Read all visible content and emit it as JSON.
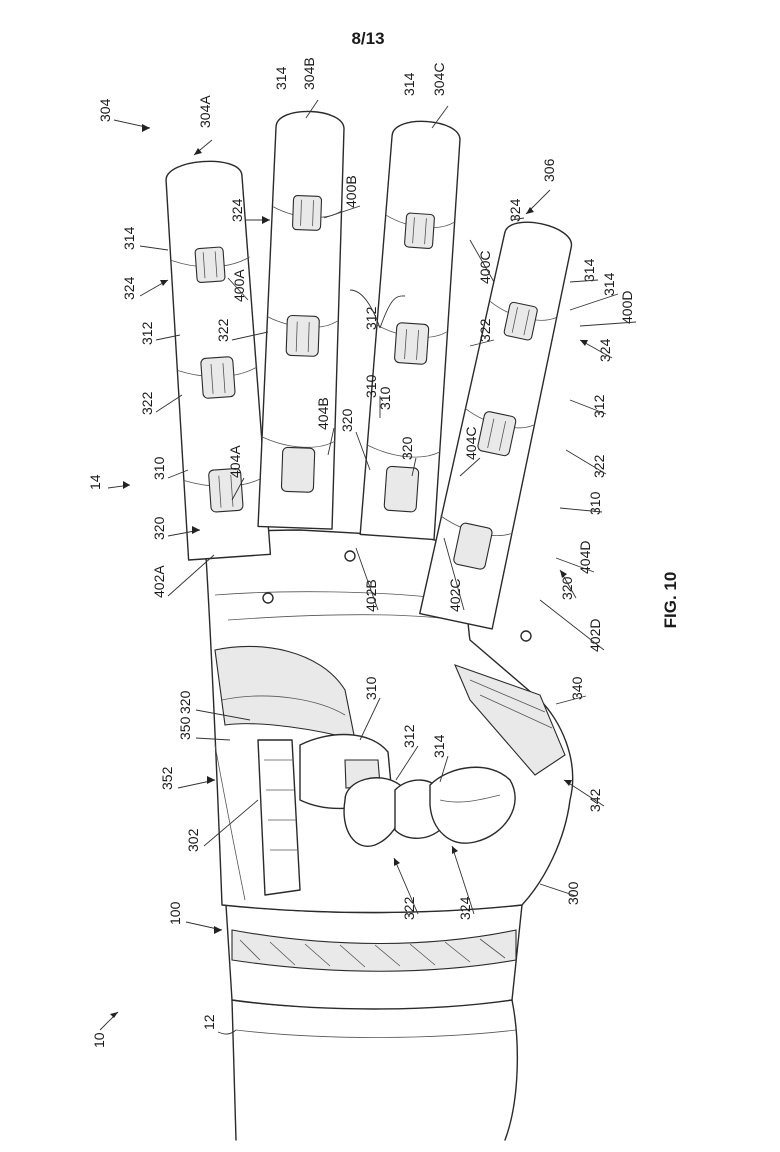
{
  "sheet_number": "8/13",
  "figure_label": "FIG. 10",
  "colors": {
    "line": "#2a2a2a",
    "background": "#ffffff",
    "shading": "#e9e9e9"
  },
  "labels": {
    "l10": "10",
    "l12": "12",
    "l14": "14",
    "l100": "100",
    "l300": "300",
    "l302": "302",
    "l304": "304",
    "l304A": "304A",
    "l304B": "304B",
    "l304C": "304C",
    "l306": "306",
    "l310": "310",
    "l312": "312",
    "l314": "314",
    "l320": "320",
    "l322": "322",
    "l324": "324",
    "l340": "340",
    "l342": "342",
    "l350": "350",
    "l352": "352",
    "l400A": "400A",
    "l400B": "400B",
    "l400C": "400C",
    "l400D": "400D",
    "l402A": "402A",
    "l402B": "402B",
    "l402C": "402C",
    "l402D": "402D",
    "l404A": "404A",
    "l404B": "404B",
    "l404C": "404C",
    "l404D": "404D"
  }
}
